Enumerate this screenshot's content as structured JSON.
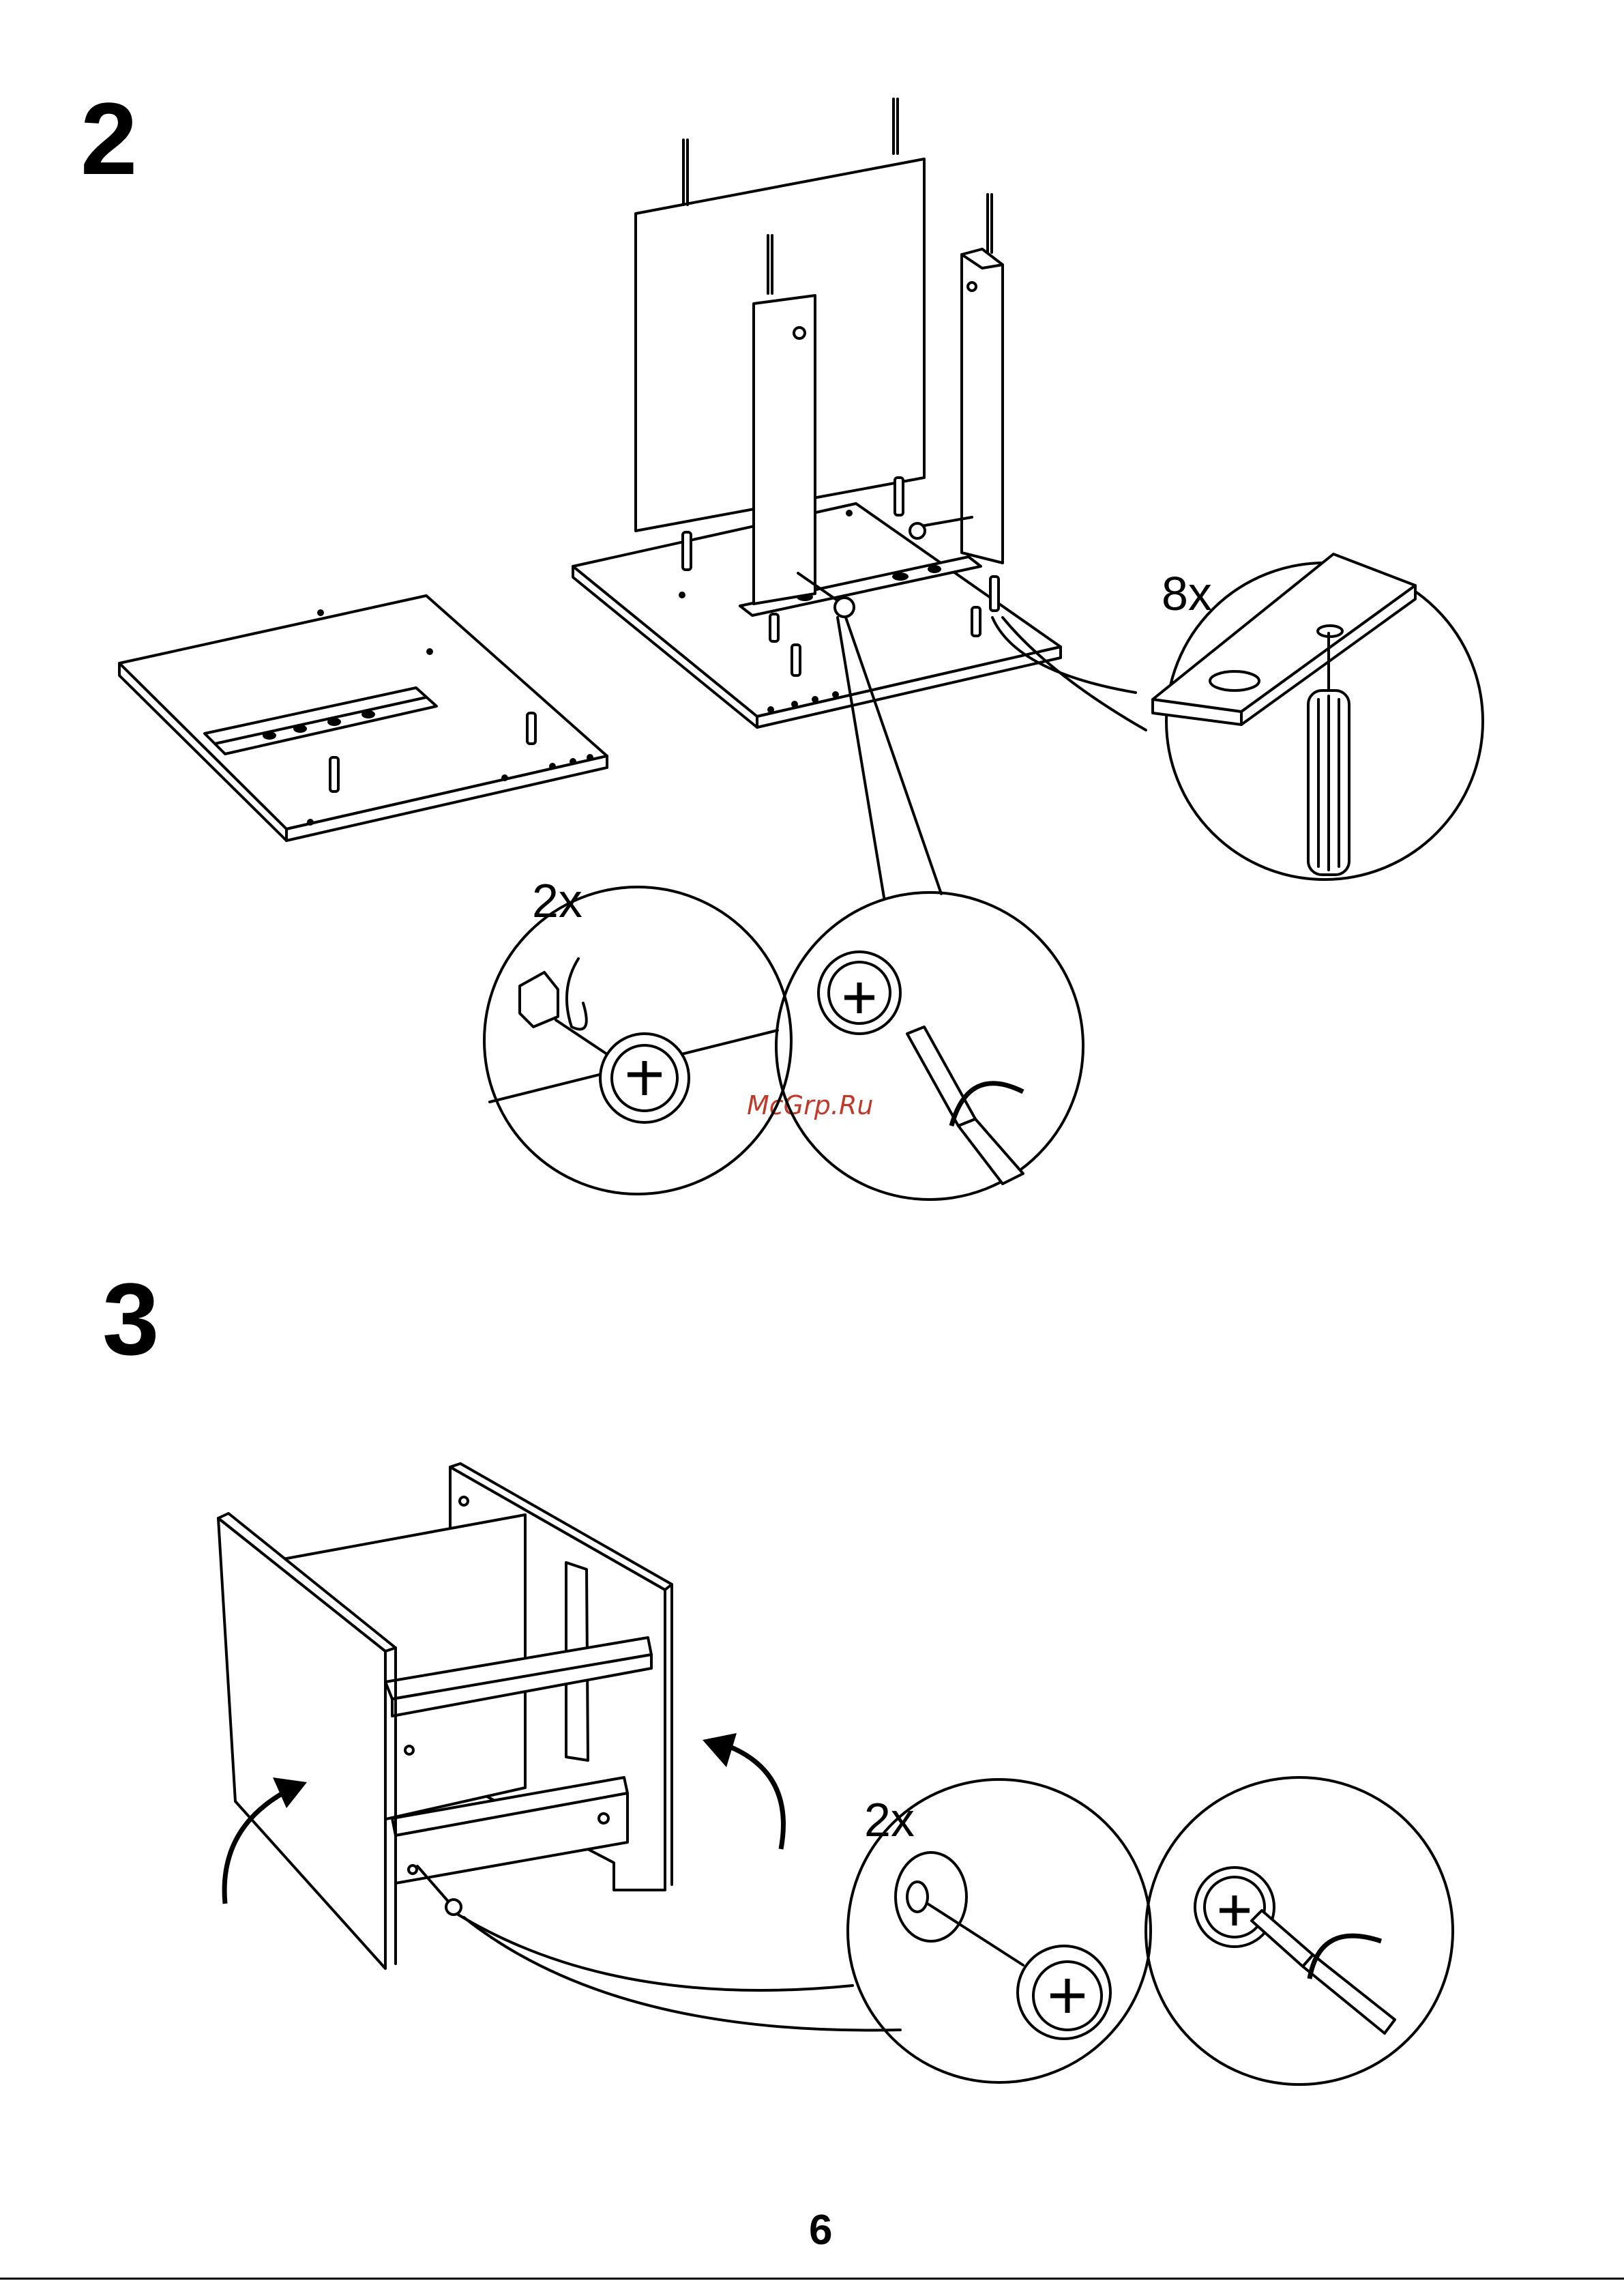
{
  "steps": [
    {
      "number": "2",
      "callouts": [
        {
          "qty": "8x"
        },
        {
          "qty": "2x"
        }
      ]
    },
    {
      "number": "3",
      "callouts": [
        {
          "qty": "2x"
        }
      ]
    }
  ],
  "watermark": "McGrp.Ru",
  "page_number": "6"
}
